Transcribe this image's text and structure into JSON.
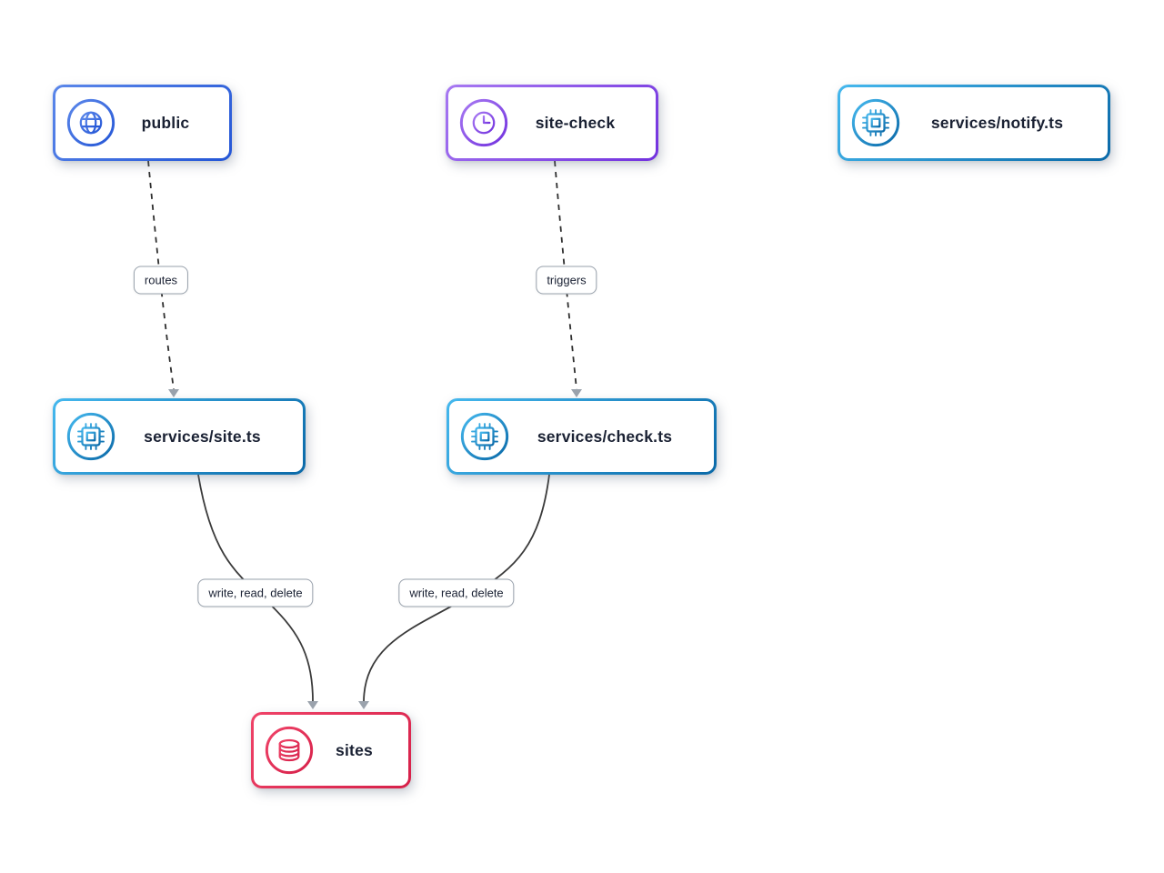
{
  "nodes": [
    {
      "id": "public",
      "label": "public",
      "icon": "globe-icon",
      "scheme": "blue"
    },
    {
      "id": "site-check",
      "label": "site-check",
      "icon": "clock-icon",
      "scheme": "purple"
    },
    {
      "id": "services-notify",
      "label": "services/notify.ts",
      "icon": "chip-icon",
      "scheme": "cyan"
    },
    {
      "id": "services-site",
      "label": "services/site.ts",
      "icon": "chip-icon",
      "scheme": "cyan"
    },
    {
      "id": "services-check",
      "label": "services/check.ts",
      "icon": "chip-icon",
      "scheme": "cyan"
    },
    {
      "id": "sites",
      "label": "sites",
      "icon": "database-icon",
      "scheme": "red"
    }
  ],
  "edges": [
    {
      "from": "public",
      "to": "services-site",
      "label": "routes",
      "style": "dashed"
    },
    {
      "from": "site-check",
      "to": "services-check",
      "label": "triggers",
      "style": "dashed"
    },
    {
      "from": "services-site",
      "to": "sites",
      "label": "write, read, delete",
      "style": "solid"
    },
    {
      "from": "services-check",
      "to": "sites",
      "label": "write, read, delete",
      "style": "solid"
    }
  ],
  "colors": {
    "blue_gradient": [
      "#5b87ea",
      "#2456d6"
    ],
    "purple_gradient": [
      "#a779f2",
      "#7231de"
    ],
    "cyan_gradient": [
      "#45b8ee",
      "#0a69a8"
    ],
    "red_gradient": [
      "#ef4368",
      "#d62049"
    ],
    "edge_line": "#333333",
    "arrowhead": "#9ba3ad",
    "edge_label_border": "#97a0ab",
    "node_text": "#1a2133",
    "background": "#ffffff"
  }
}
